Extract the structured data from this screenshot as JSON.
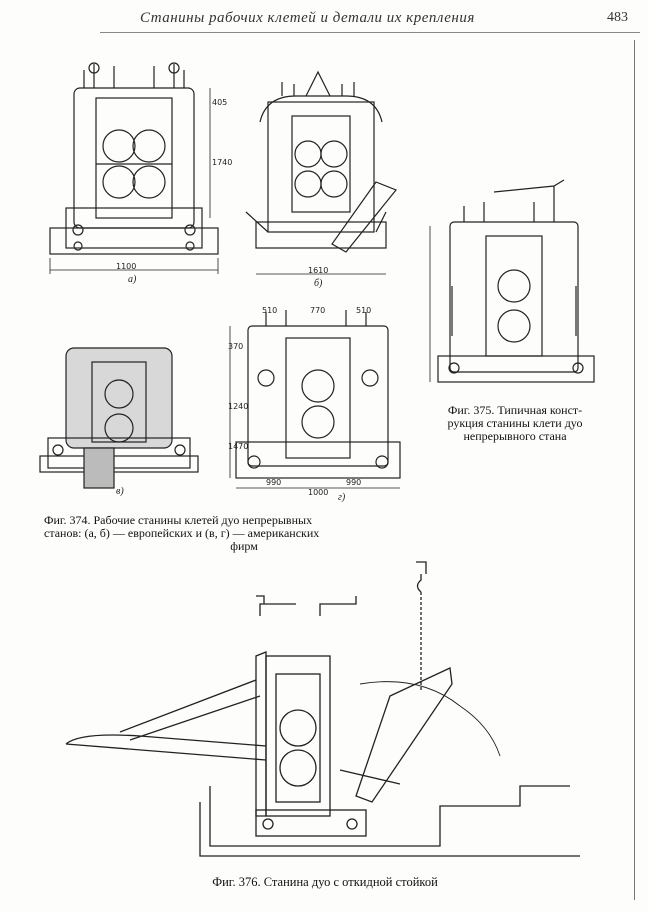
{
  "header": {
    "title": "Станины рабочих клетей и детали их крепления",
    "page_number": "483"
  },
  "figures": {
    "fig374": {
      "caption_line1": "Фиг. 374. Рабочие станины клетей дуо непрерывных",
      "caption_line2": "станов: (а, б) — европейских и (в, г) — американских",
      "caption_line3": "фирм",
      "sublabels": {
        "a": "а)",
        "b": "б)",
        "v": "в)",
        "g": "г)"
      },
      "dimensions": {
        "a_width": "1100",
        "a_height": "1740",
        "a_top": "405",
        "b_width": "1610",
        "g_width": "1000",
        "g_w1": "990",
        "g_w2": "990",
        "g_top1": "510",
        "g_top2": "770",
        "g_top3": "510",
        "g_h1": "370",
        "g_h2": "1240",
        "g_h3": "1470"
      }
    },
    "fig375": {
      "caption_line1": "Фиг. 375. Типичная конст-",
      "caption_line2": "рукция станины клети дуо",
      "caption_line3": "непрерывного стана"
    },
    "fig376": {
      "caption": "Фиг. 376. Станина дуо с откидной стойкой"
    }
  }
}
